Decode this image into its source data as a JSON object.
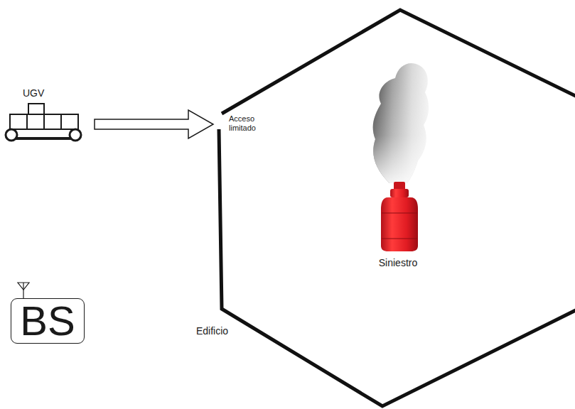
{
  "diagram": {
    "nodes": [
      {
        "text": [
          "UGV"
        ]
      },
      {
        "text": [
          "Edificio"
        ]
      },
      {
        "text": [
          "Siniestro"
        ],
        "in": 1
      },
      {
        "text": [
          "BS"
        ]
      }
    ],
    "edges": [
      {
        "from": 0,
        "to": 1,
        "arrow": "to"
      }
    ],
    "labels": [
      "Acceso limitado"
    ]
  }
}
